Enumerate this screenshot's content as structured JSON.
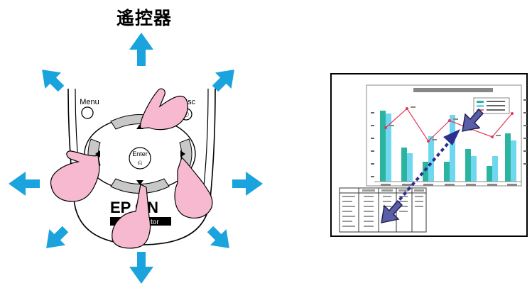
{
  "title": "遙控器",
  "remote": {
    "menu_label": "Menu",
    "esc_label": "Esc",
    "enter_label": "Enter",
    "brand_label": "EPSON",
    "brand_visible": "EP ON",
    "model_fragment": "tor"
  },
  "colors": {
    "arrow": "#1aa3dc",
    "hand_fill": "#f7b9d0",
    "bar_teal": "#2bb5a0",
    "bar_cyan": "#6fd8f0",
    "line_red": "#e23a5a",
    "pointer_blue": "#2d2f8f"
  },
  "icons": [
    "arrow-up-icon",
    "arrow-down-icon",
    "arrow-left-icon",
    "arrow-right-icon",
    "arrow-up-left-icon",
    "arrow-up-right-icon",
    "arrow-down-left-icon",
    "arrow-down-right-icon",
    "pointing-hand-icon",
    "mouse-cursor-icon"
  ]
}
